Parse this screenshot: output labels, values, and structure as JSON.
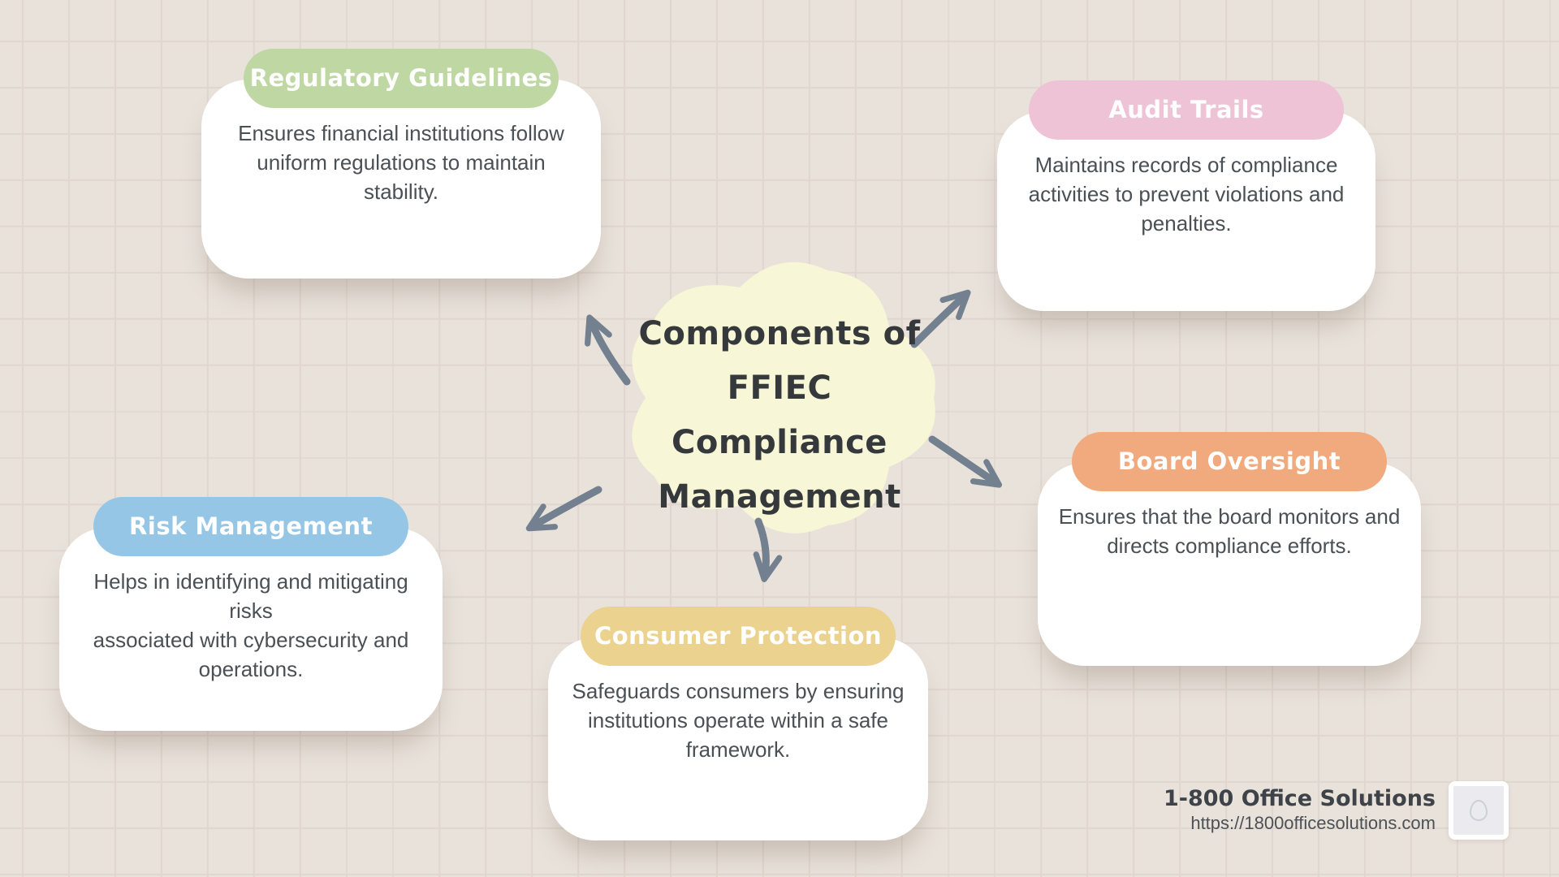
{
  "title": "Components of FFIEC Compliance Management",
  "center": {
    "title_multiline": "Components of\nFFIEC Compliance\nManagement",
    "blob_color": "#f7f6d6",
    "text_color": "#36393c"
  },
  "cards": [
    {
      "id": "regulatory-guidelines",
      "title": "Regulatory Guidelines",
      "body": "Ensures financial institutions follow\nuniform regulations to maintain stability.",
      "pill_color": "#bfd8a3"
    },
    {
      "id": "audit-trails",
      "title": "Audit Trails",
      "body": "Maintains records of compliance\nactivities to prevent violations and\npenalties.",
      "pill_color": "#eec3d6"
    },
    {
      "id": "risk-management",
      "title": "Risk Management",
      "body": "Helps in identifying and mitigating risks\nassociated with cybersecurity and\noperations.",
      "pill_color": "#96c6e6"
    },
    {
      "id": "consumer-protection",
      "title": "Consumer Protection",
      "body": "Safeguards consumers by ensuring\ninstitutions operate within a safe\nframework.",
      "pill_color": "#ebd28f"
    },
    {
      "id": "board-oversight",
      "title": "Board Oversight",
      "body": "Ensures that the board monitors and\ndirects compliance efforts.",
      "pill_color": "#f0aa7d"
    }
  ],
  "footer": {
    "brand": "1-800 Office Solutions",
    "url": "https://1800officesolutions.com"
  },
  "colors": {
    "background": "#e9e2db",
    "grid_line": "#d9cec6",
    "arrow": "#72808f",
    "card_background": "#ffffff",
    "body_text": "#4b5055"
  }
}
